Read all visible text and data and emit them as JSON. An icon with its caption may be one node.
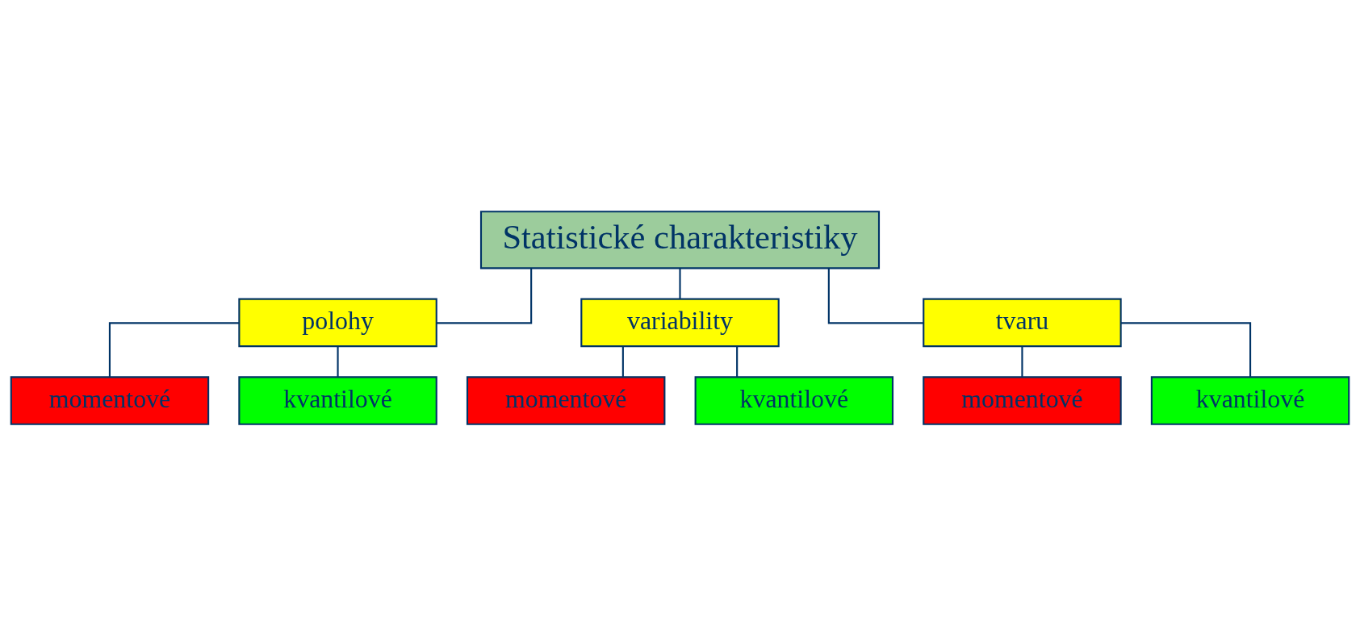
{
  "diagram": {
    "nodes": [
      {
        "text": [
          "Statistické charakteristiky"
        ]
      },
      {
        "text": [
          "polohy"
        ]
      },
      {
        "text": [
          "variability"
        ]
      },
      {
        "text": [
          "tvaru"
        ]
      },
      {
        "text": [
          "momentové"
        ]
      },
      {
        "text": [
          "momentové"
        ]
      },
      {
        "text": [
          "momentové"
        ]
      },
      {
        "text": [
          "kvantilové"
        ]
      },
      {
        "text": [
          "kvantilové"
        ]
      },
      {
        "text": [
          "kvantilové"
        ]
      }
    ],
    "edges": [
      {
        "from": 0,
        "to": 1,
        "arrow": "none"
      },
      {
        "from": 0,
        "to": 2,
        "arrow": "none"
      },
      {
        "from": 0,
        "to": 3,
        "arrow": "none"
      },
      {
        "from": 1,
        "to": 4,
        "arrow": "none"
      },
      {
        "from": 1,
        "to": 7,
        "arrow": "none"
      },
      {
        "from": 2,
        "to": 5,
        "arrow": "none"
      },
      {
        "from": 2,
        "to": 8,
        "arrow": "none"
      },
      {
        "from": 3,
        "to": 6,
        "arrow": "none"
      },
      {
        "from": 3,
        "to": 9,
        "arrow": "none"
      }
    ]
  }
}
